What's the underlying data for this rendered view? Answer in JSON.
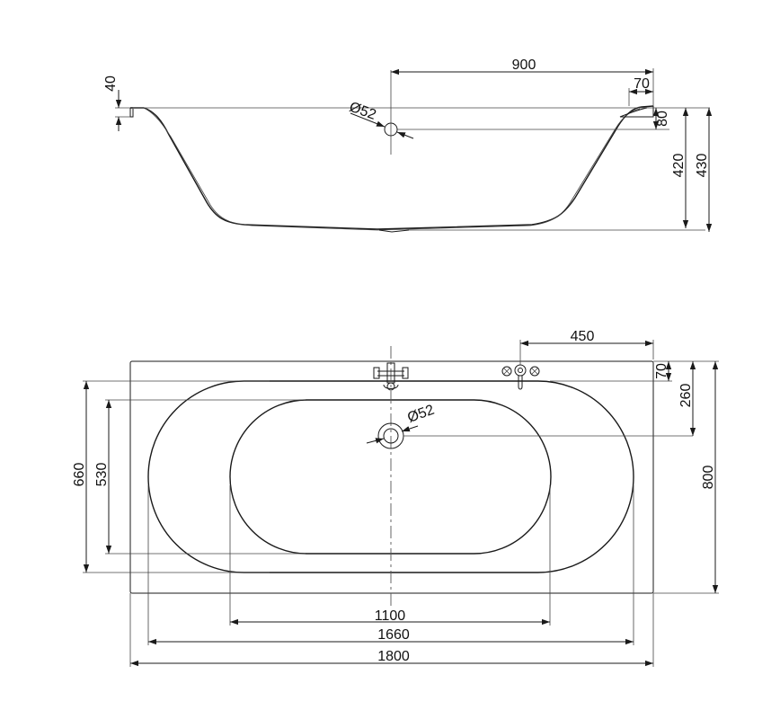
{
  "side_view": {
    "dim_width_half": "900",
    "dim_rim_offset": "70",
    "dim_rim": "40",
    "dim_drain_diameter": "Ø52",
    "dim_drain_height": "80",
    "dim_inner_depth": "420",
    "dim_total_depth": "430"
  },
  "top_view": {
    "dim_tap_offset": "450",
    "dim_tap_edge": "70",
    "dim_drain_offset": "260",
    "dim_drain_diameter": "Ø52",
    "dim_width": "800",
    "dim_bowl_width": "660",
    "dim_inner_width": "530",
    "dim_inner_length": "1100",
    "dim_bowl_length": "1660",
    "dim_length": "1800"
  }
}
